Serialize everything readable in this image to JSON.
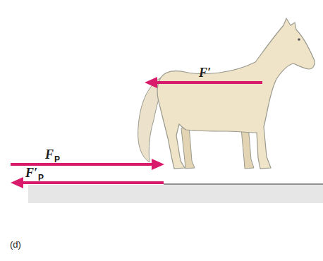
{
  "diagram": {
    "labels": [
      "F′",
      "F",
      "P",
      "F′",
      "P",
      "(d)"
    ]
  }
}
